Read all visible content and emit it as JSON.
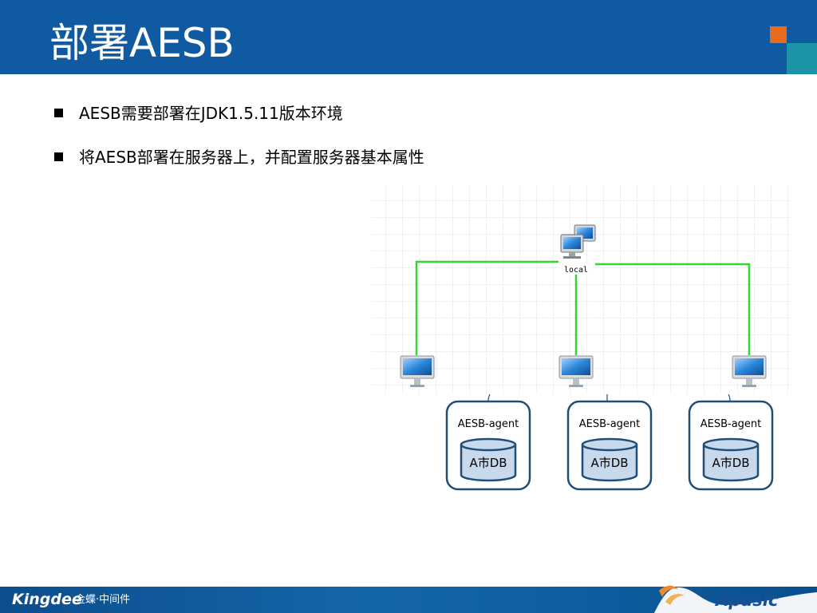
{
  "slide": {
    "title": "部署AESB"
  },
  "bullets": [
    "AESB需要部署在JDK1.5.11版本环境",
    "将AESB部署在服务器上，并配置服务器基本属性"
  ],
  "diagram": {
    "central_node_label": "local",
    "nodes": [
      {
        "agent_label": "AESB-agent",
        "db_label": "A市DB"
      },
      {
        "agent_label": "AESB-agent",
        "db_label": "A市DB"
      },
      {
        "agent_label": "AESB-agent",
        "db_label": "A市DB"
      }
    ],
    "colors": {
      "connection_line": "#33d633",
      "node_box_border": "#1f4e79",
      "db_fill": "#c9d9ec"
    }
  },
  "footer": {
    "left_logo": "Kingdee",
    "left_subtitle": "金蝶·中间件",
    "right_logo": "Apusic"
  },
  "colors": {
    "header": "#0f5aa0",
    "accent_orange": "#ea6a1c",
    "accent_teal": "#1c93a6"
  }
}
